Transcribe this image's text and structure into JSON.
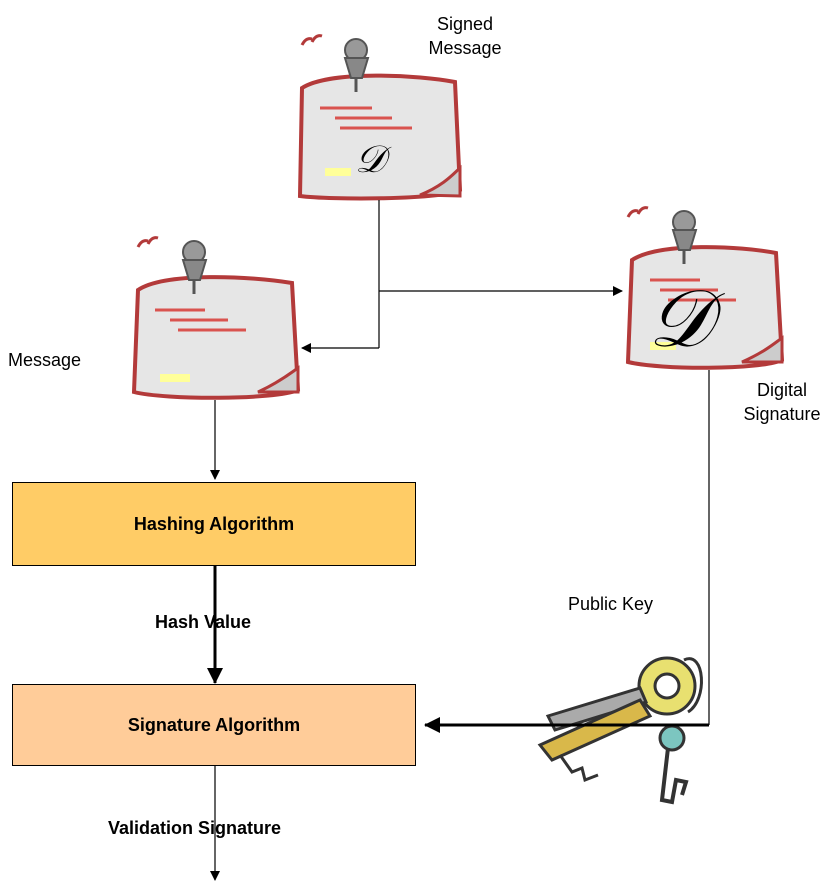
{
  "labels": {
    "signed_message_line1": "Signed",
    "signed_message_line2": "Message",
    "message": "Message",
    "digital_signature_line1": "Digital",
    "digital_signature_line2": "Signature",
    "public_key": "Public Key",
    "hash_value": "Hash Value",
    "validation_signature": "Validation Signature"
  },
  "boxes": {
    "hashing": "Hashing Algorithm",
    "signature": "Signature Algorithm"
  },
  "icons": {
    "signed_message": "sticky-note-with-signature-icon",
    "message": "sticky-note-icon",
    "digital_signature": "signature-note-icon",
    "public_key": "keys-icon"
  },
  "colors": {
    "hashing_box": "#FFCC66",
    "signature_box": "#FFCC99",
    "note_border": "#B33A3A",
    "note_fill": "#E6E6E6"
  }
}
